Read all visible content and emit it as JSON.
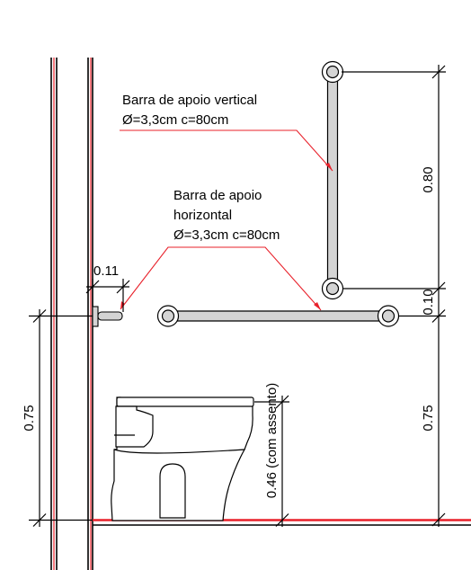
{
  "annotations": {
    "vertical_bar": {
      "line1": "Barra de apoio vertical",
      "line2": "Ø=3,3cm  c=80cm"
    },
    "horizontal_bar": {
      "line1": "Barra de apoio",
      "line2": "horizontal",
      "line3": "Ø=3,3cm  c=80cm"
    }
  },
  "dimensions": {
    "wall_offset": "0.11",
    "vertical_bar_length": "0.80",
    "gap_between_bars": "0.10",
    "bar_height_right": "0.75",
    "bar_height_left": "0.75",
    "seat_height": "0.46 (com assento)"
  },
  "colors": {
    "leader_line": "#e8202a",
    "floor_line": "#e8202a",
    "drawing_line": "#000000",
    "grab_bar_fill": "#d4d4d4"
  }
}
